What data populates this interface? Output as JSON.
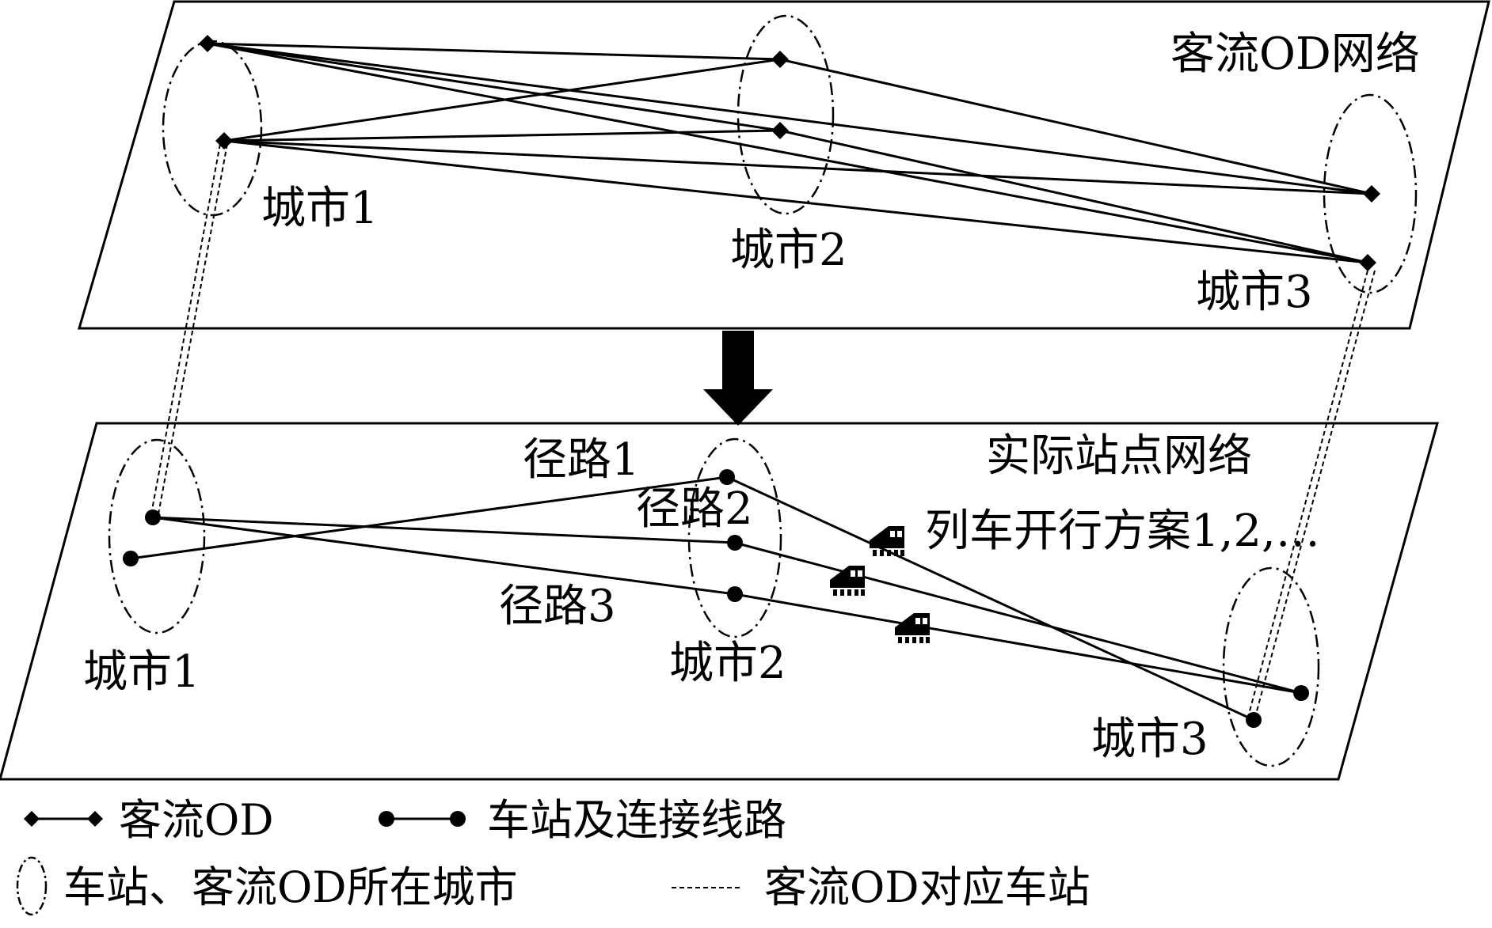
{
  "top_layer": {
    "title": "客流OD网络",
    "cities": [
      "城市1",
      "城市2",
      "城市3"
    ]
  },
  "bottom_layer": {
    "title": "实际站点网络",
    "train_plan": "列车开行方案1,2,…",
    "routes": [
      "径路1",
      "径路2",
      "径路3"
    ],
    "cities": [
      "城市1",
      "城市2",
      "城市3"
    ]
  },
  "legend": {
    "od_flow": "客流OD",
    "station_line": "车站及连接线路",
    "city_region": "车站、客流OD所在城市",
    "od_station": "客流OD对应车站"
  },
  "colors": {
    "ink": "#000000",
    "background": "#ffffff"
  }
}
